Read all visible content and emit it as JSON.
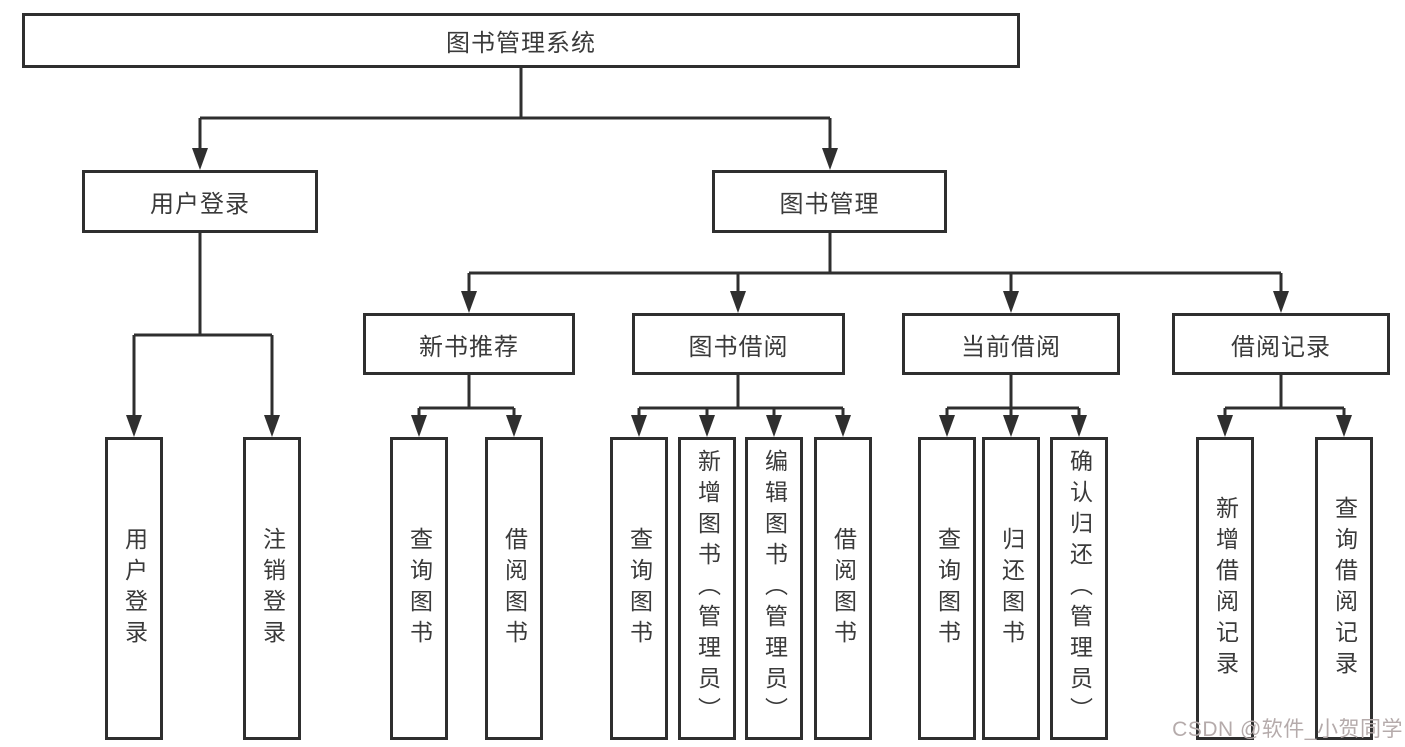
{
  "tree": {
    "root": "图书管理系统",
    "branches": [
      {
        "label": "用户登录",
        "children": [
          "用户登录",
          "注销登录"
        ]
      },
      {
        "label": "图书管理",
        "groups": [
          {
            "label": "新书推荐",
            "children": [
              "查询图书",
              "借阅图书"
            ]
          },
          {
            "label": "图书借阅",
            "children": [
              "查询图书",
              "新增图书（管理员）",
              "编辑图书（管理员）",
              "借阅图书"
            ]
          },
          {
            "label": "当前借阅",
            "children": [
              "查询图书",
              "归还图书",
              "确认归还（管理员）"
            ]
          },
          {
            "label": "借阅记录",
            "children": [
              "新增借阅记录",
              "查询借阅记录"
            ]
          }
        ]
      }
    ]
  },
  "colors": {
    "line": "#2f2f2f",
    "text": "#3a3a3a",
    "watermark": "#b5abab",
    "background": "#ffffff"
  },
  "watermark": {
    "text": "CSDN @软件_小贺同学"
  }
}
